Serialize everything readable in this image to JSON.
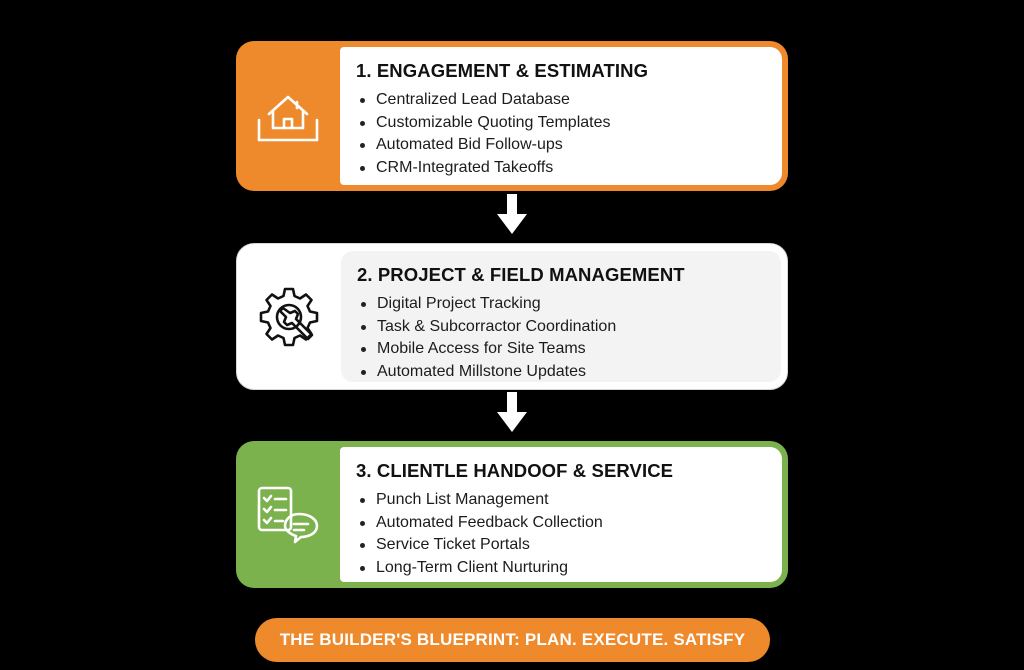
{
  "steps": [
    {
      "title": "1. ENGAGEMENT & ESTIMATING",
      "icon": "house-icon",
      "items": [
        "Centralized Lead Database",
        "Customizable Quoting Templates",
        "Automated Bid Follow-ups",
        "CRM-Integrated Takeoffs"
      ]
    },
    {
      "title": "2. PROJECT & FIELD MANAGEMENT",
      "icon": "gear-wrench-icon",
      "items": [
        "Digital Project Tracking",
        "Task & Subcorractor Coordination",
        "Mobile Access for Site Teams",
        "Automated Millstone Updates"
      ]
    },
    {
      "title": "3. CLIENTLE HANDOOF & SERVICE",
      "icon": "checklist-chat-icon",
      "items": [
        "Punch List Management",
        "Automated Feedback Collection",
        "Service Ticket Portals",
        "Long-Term Client Nurturing"
      ]
    }
  ],
  "footer": {
    "tagline": "THE BUILDER'S BLUEPRINT: PLAN. EXECUTE. SATISFY"
  },
  "colors": {
    "background": "#000000",
    "orange": "#ee8a2c",
    "green": "#7cb24e",
    "white": "#ffffff"
  }
}
